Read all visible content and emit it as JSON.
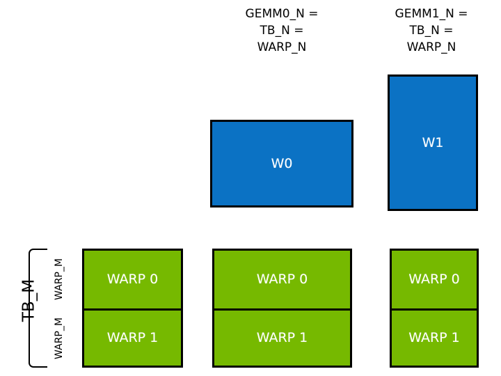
{
  "diagram": {
    "title_alt": "GEMM warp tiling diagram",
    "background_color": "#ffffff",
    "blue_color": "#0b72c4",
    "green_color": "#76b900",
    "outline_color": "#000000",
    "text_color": "#000000",
    "box_label_color": "#ffffff"
  },
  "headers": [
    {
      "id": "gemm0",
      "text": "GEMM0_N =\nTB_N =\nWARP_N",
      "lines": [
        "GEMM0_N =",
        "TB_N =",
        "WARP_N"
      ]
    },
    {
      "id": "gemm1",
      "text": "GEMM1_N =\nTB_N =\nWARP_N",
      "lines": [
        "GEMM1_N =",
        "TB_N =",
        "WARP_N"
      ]
    }
  ],
  "blue_boxes": [
    {
      "id": "w0",
      "label": "W0"
    },
    {
      "id": "w1",
      "label": "W1"
    }
  ],
  "green_stacks": [
    {
      "id": "stack-0",
      "cells": [
        {
          "label": "WARP 0"
        },
        {
          "label": "WARP 1"
        }
      ]
    },
    {
      "id": "stack-1",
      "cells": [
        {
          "label": "WARP 0"
        },
        {
          "label": "WARP 1"
        }
      ]
    },
    {
      "id": "stack-2",
      "cells": [
        {
          "label": "WARP 0"
        },
        {
          "label": "WARP 1"
        }
      ]
    }
  ],
  "axis_labels": {
    "tb_m": "TB_M",
    "warp_m_top": "WARP_M",
    "warp_m_bottom": "WARP_M"
  }
}
